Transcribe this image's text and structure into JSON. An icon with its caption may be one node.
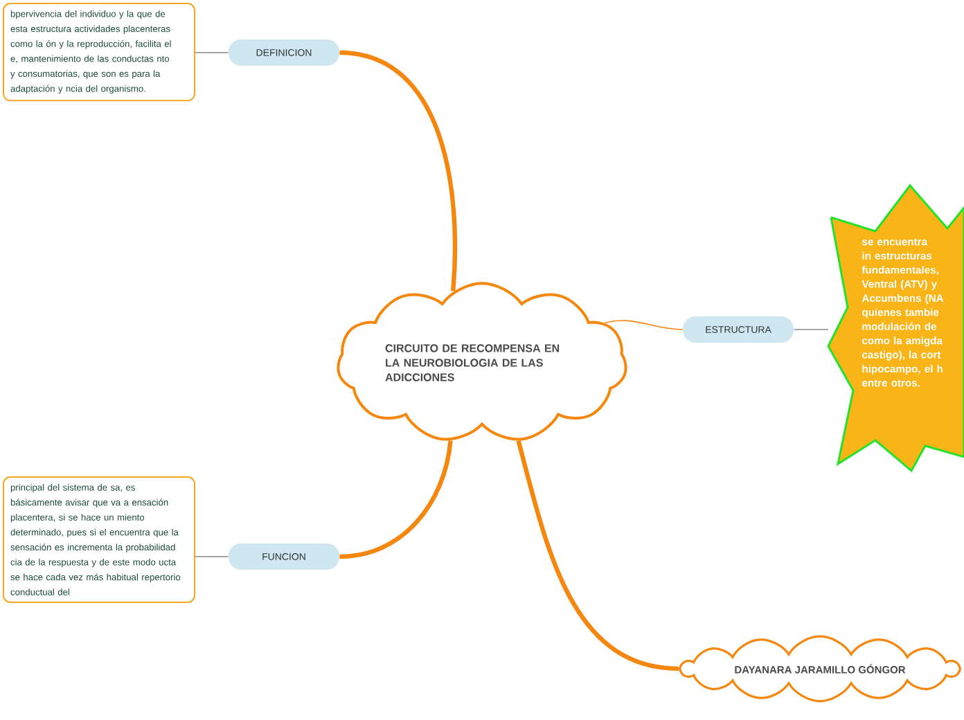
{
  "diagram": {
    "nodes": [
      {
        "text": [
          "CIRCUITO DE RECOMPENSA EN LA NEUROBIOLOGIA DE LAS ADICCIONES"
        ]
      },
      {
        "text": [
          "DEFINICION"
        ]
      },
      {
        "text": [
          "bpervivencia del individuo y la que de esta estructura actividades placenteras como la ón y la reproducción, facilita el e, mantenimiento de las conductas nto y consumatorias, que son es para la adaptación y ncia del organismo."
        ]
      },
      {
        "text": [
          "ESTRUCTURA"
        ]
      },
      {
        "text": [
          "se encuentra in estructuras fundamentales, Ventral (ATV) y Accumbens (NA quienes tambie modulación de como la amigda castigo), la cort hipocampo, el h entre otros."
        ]
      },
      {
        "text": [
          "FUNCION"
        ]
      },
      {
        "text": [
          "principal del sistema de sa, es básicamente avisar que va a ensación placentera, si se hace un miento determinado, pues si el encuentra que la sensación es incrementa la probabilidad cia de la respuesta y de este modo ucta se hace cada vez más habitual repertorio conductual del"
        ]
      },
      {
        "text": [
          "DAYANARA JARAMILLO GÓNGOR"
        ]
      }
    ],
    "edges": [
      {
        "from": 0,
        "to": 1,
        "arrow": "none",
        "style": "thick"
      },
      {
        "from": 1,
        "to": 2,
        "arrow": "none",
        "color": "#8a8a8a"
      },
      {
        "from": 0,
        "to": 3,
        "arrow": "none"
      },
      {
        "from": 3,
        "to": 4,
        "arrow": "none",
        "color": "#8a8a8a"
      },
      {
        "from": 0,
        "to": 5,
        "arrow": "none",
        "style": "thick"
      },
      {
        "from": 5,
        "to": 6,
        "arrow": "none",
        "color": "#8a8a8a"
      },
      {
        "from": 0,
        "to": 7,
        "arrow": "none",
        "style": "thick"
      }
    ]
  }
}
